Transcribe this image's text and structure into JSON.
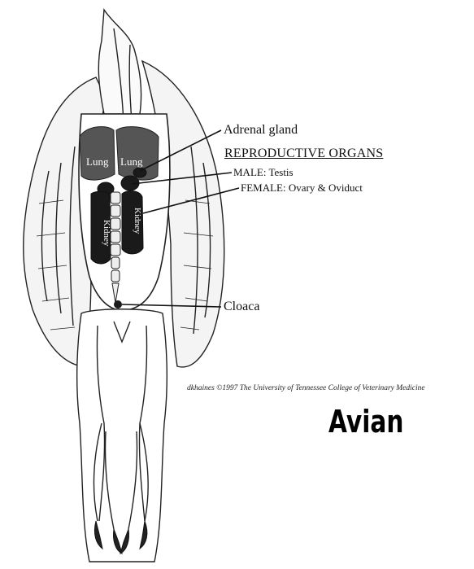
{
  "labels": {
    "adrenal": "Adrenal gland",
    "repro_heading": "REPRODUCTIVE ORGANS",
    "male": "MALE: Testis",
    "female": "FEMALE: Ovary & Oviduct",
    "cloaca": "Cloaca"
  },
  "organ_text": {
    "lung_left": "Lung",
    "lung_right": "Lung",
    "kidney_left": "Kidney",
    "kidney_right": "Kidney"
  },
  "credit": "dkhaines ©1997 The University of Tennessee College of Veterinary Medicine",
  "title": "Avian",
  "colors": {
    "ink": "#111111",
    "organ_fill": "#1a1a1a",
    "lung_fill": "#555555",
    "background": "#ffffff"
  }
}
